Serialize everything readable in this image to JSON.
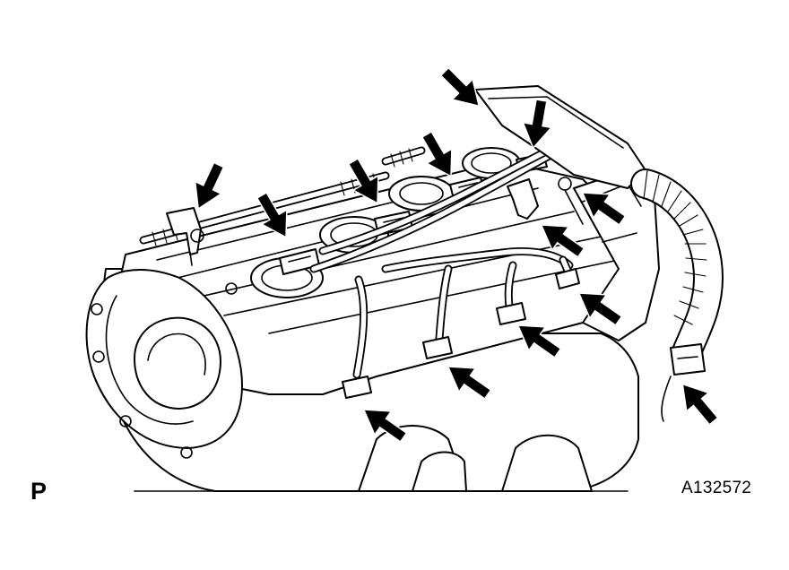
{
  "labels": {
    "view_code": "P",
    "figure_id": "A132572"
  },
  "colors": {
    "line": "#000000",
    "background": "#ffffff",
    "arrow": "#000000"
  },
  "arrows": [
    {
      "target": "wire-harness-clamp-bolt-top",
      "direction": "down-right"
    },
    {
      "target": "wire-harness-clamp-center",
      "direction": "down"
    },
    {
      "target": "ignition-coil-connector-4",
      "direction": "down"
    },
    {
      "target": "ignition-coil-connector-3",
      "direction": "down"
    },
    {
      "target": "ignition-coil-connector-2",
      "direction": "down"
    },
    {
      "target": "wire-harness-clamp-left",
      "direction": "down-left"
    },
    {
      "target": "harness-bracket-bolt",
      "direction": "up-left"
    },
    {
      "target": "harness-clamp-right",
      "direction": "up-left"
    },
    {
      "target": "injector-connector-4",
      "direction": "up-left"
    },
    {
      "target": "injector-connector-3",
      "direction": "up-left"
    },
    {
      "target": "injector-connector-2",
      "direction": "up-left"
    },
    {
      "target": "injector-connector-1",
      "direction": "up-left"
    },
    {
      "target": "harness-end-connector",
      "direction": "up-left"
    }
  ]
}
